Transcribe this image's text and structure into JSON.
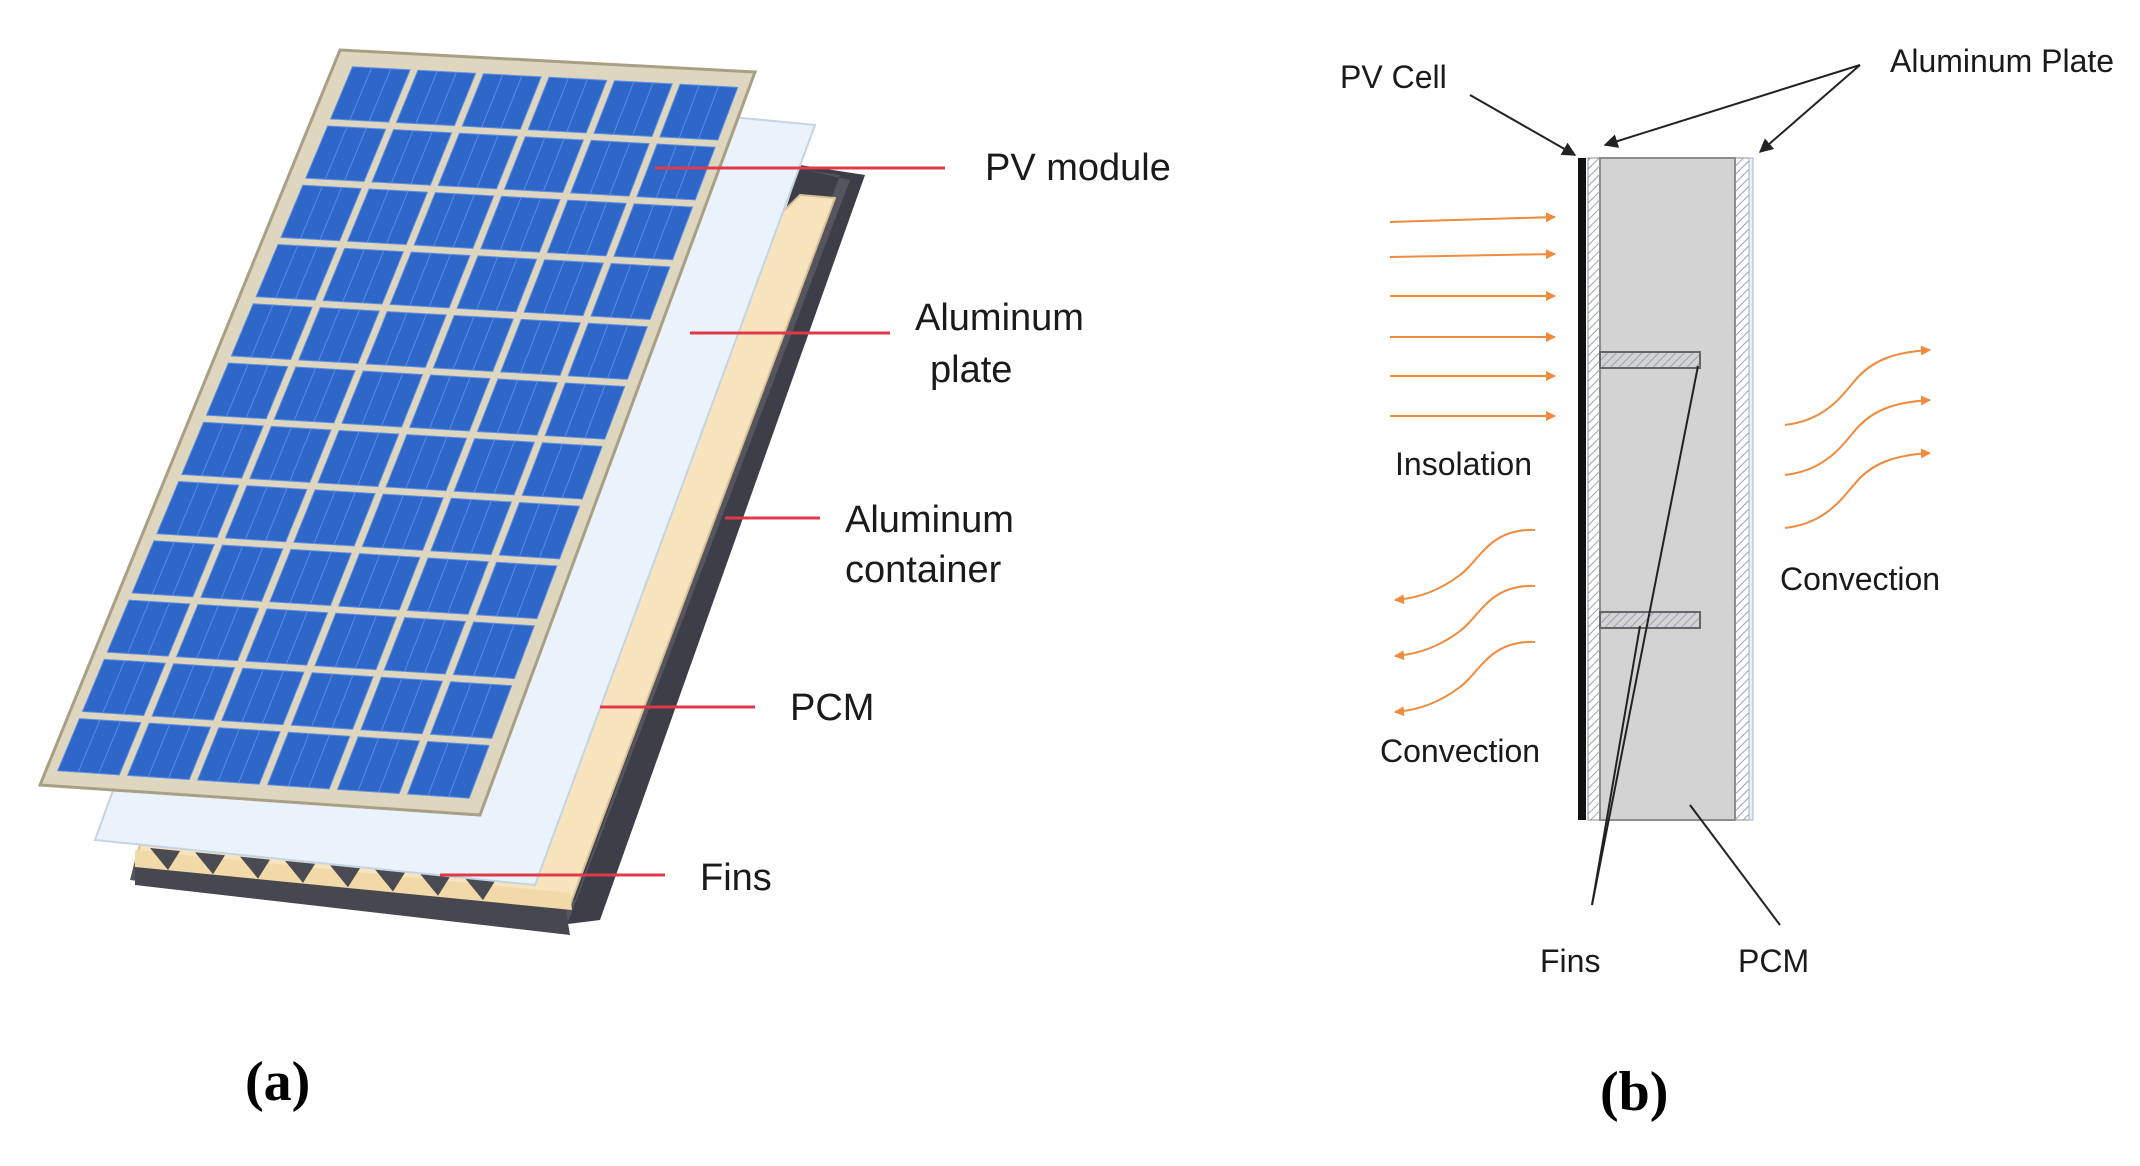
{
  "panel_a": {
    "caption": "(a)",
    "labels": {
      "pv_module": "PV module",
      "aluminum_plate_line1": "Aluminum",
      "aluminum_plate_line2": "plate",
      "aluminum_container_line1": "Aluminum",
      "aluminum_container_line2": "container",
      "pcm": "PCM",
      "fins": "Fins"
    },
    "colors": {
      "cell_blue": "#2f67c9",
      "frame": "#c8c0a8",
      "plate": "#eaf3fb",
      "pcm": "#f7e4bd",
      "container": "#4b4b55",
      "leader": "#e03a4a"
    }
  },
  "panel_b": {
    "caption": "(b)",
    "labels": {
      "pv_cell": "PV Cell",
      "aluminum_plate": "Aluminum Plate",
      "insolation": "Insolation",
      "convection_left": "Convection",
      "convection_right": "Convection",
      "fins": "Fins",
      "pcm": "PCM"
    },
    "colors": {
      "pcm_fill": "#d3d3d3",
      "arrow": "#f08a3c",
      "plate_hatch": "#9aa3b5"
    }
  }
}
